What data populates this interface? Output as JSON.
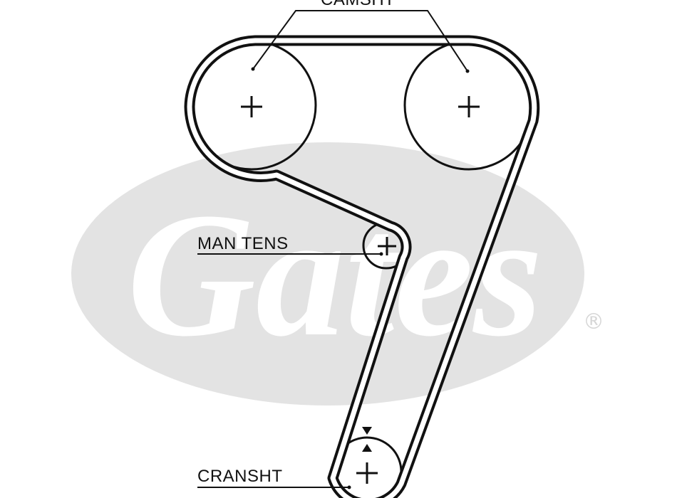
{
  "brand": {
    "logo_text": "Gates",
    "registered_mark": "®",
    "watermark_color": "#e3e3e3"
  },
  "labels": {
    "camshaft": "CAMSHT",
    "manual_tensioner": "MAN TENS",
    "crankshaft": "CRANSHT"
  },
  "colors": {
    "belt": "#111111",
    "pulley": "#111111",
    "background": "#ffffff"
  },
  "icons": {
    "pulley_center": "plus-icon",
    "timing_mark": "triangle-mark-icon"
  }
}
